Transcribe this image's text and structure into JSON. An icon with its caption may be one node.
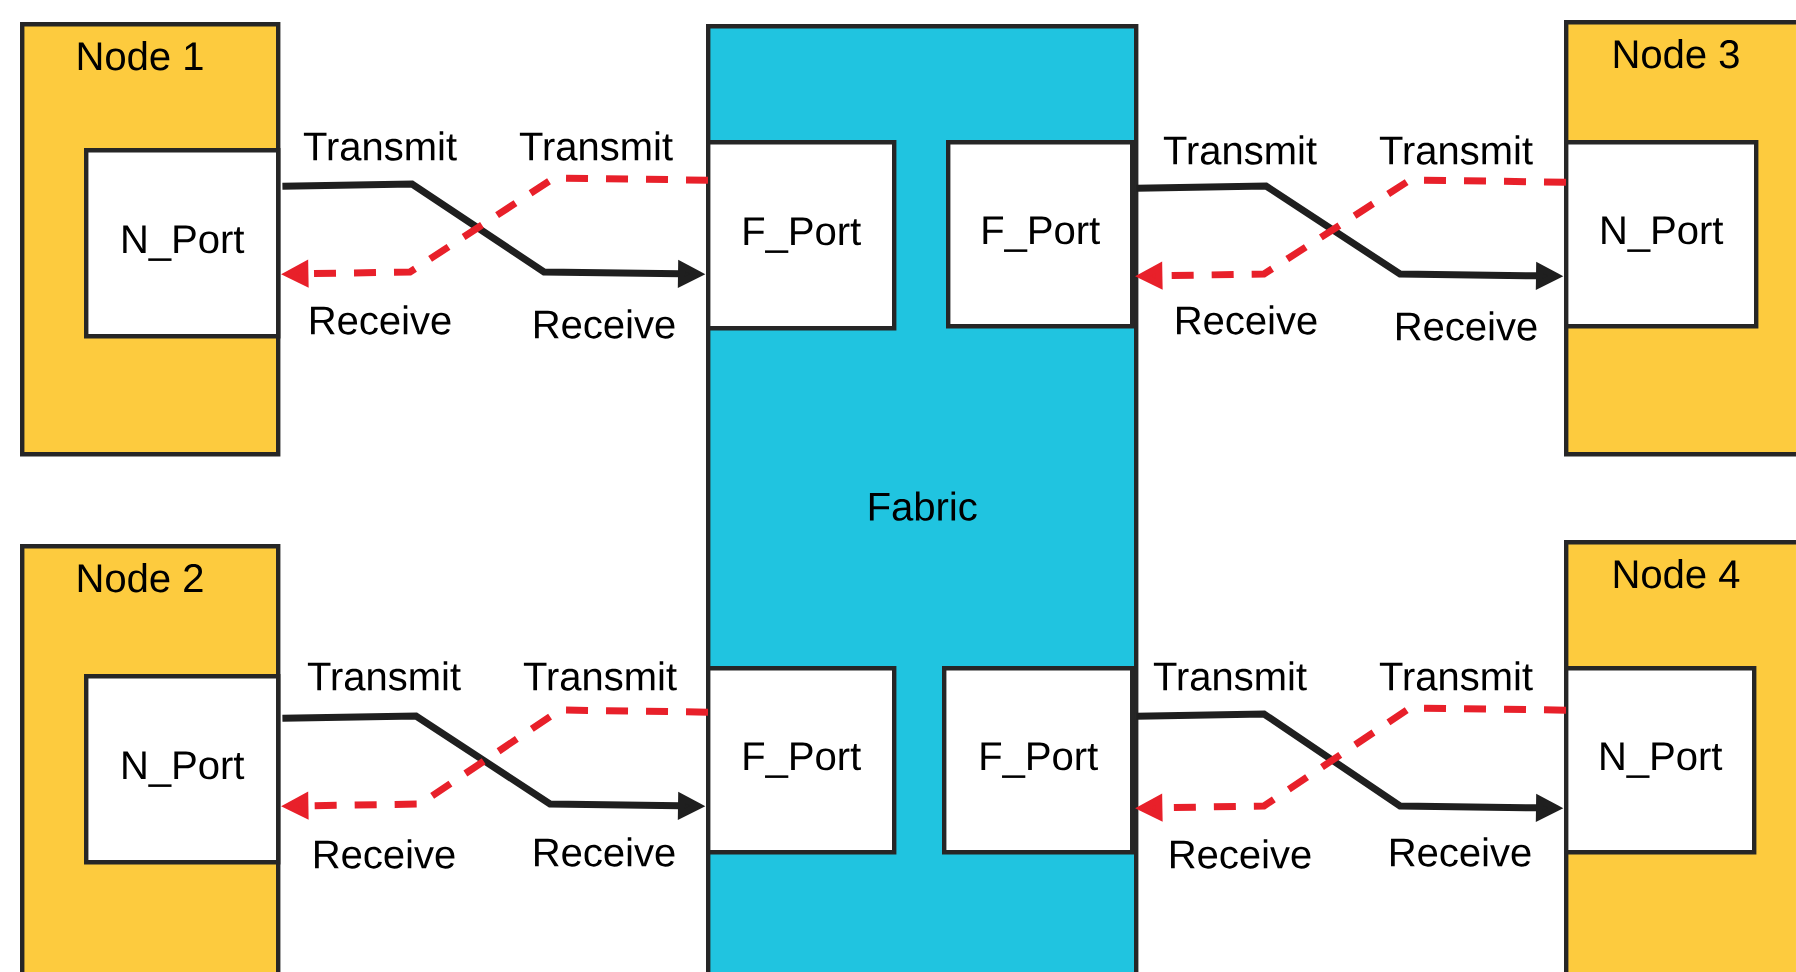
{
  "diagram": {
    "nodes": [
      {
        "text": [
          "Node 1"
        ]
      },
      {
        "text": [
          "N_Port"
        ],
        "in": 0
      },
      {
        "text": [
          "Fabric"
        ]
      },
      {
        "text": [
          "F_Port"
        ],
        "in": 2
      },
      {
        "text": [
          "F_Port"
        ],
        "in": 2
      },
      {
        "text": [
          "Node 3"
        ]
      },
      {
        "text": [
          "N_Port"
        ],
        "in": 5
      },
      {
        "text": [
          "Node 2"
        ]
      },
      {
        "text": [
          "N_Port"
        ],
        "in": 7
      },
      {
        "text": [
          "F_Port"
        ],
        "in": 2
      },
      {
        "text": [
          "F_Port"
        ],
        "in": 2
      },
      {
        "text": [
          "Node 4"
        ]
      },
      {
        "text": [
          "N_Port"
        ],
        "in": 11
      }
    ],
    "edges": [
      {
        "from": 1,
        "to": 3,
        "arrow": "to",
        "label": "Transmit"
      },
      {
        "from": 3,
        "to": 1,
        "arrow": "to",
        "label": "Transmit",
        "style": "dashed",
        "color": "#e8202a"
      },
      {
        "from": 4,
        "to": 6,
        "arrow": "to",
        "label": "Transmit"
      },
      {
        "from": 6,
        "to": 4,
        "arrow": "to",
        "label": "Transmit",
        "style": "dashed",
        "color": "#e8202a"
      },
      {
        "from": 8,
        "to": 9,
        "arrow": "to",
        "label": "Transmit"
      },
      {
        "from": 9,
        "to": 8,
        "arrow": "to",
        "label": "Transmit",
        "style": "dashed",
        "color": "#e8202a"
      },
      {
        "from": 10,
        "to": 12,
        "arrow": "to",
        "label": "Transmit"
      },
      {
        "from": 12,
        "to": 10,
        "arrow": "to",
        "label": "Transmit",
        "style": "dashed",
        "color": "#e8202a"
      }
    ],
    "labels": [
      "Receive",
      "Receive",
      "Receive",
      "Receive",
      "Receive",
      "Receive",
      "Receive",
      "Receive"
    ]
  }
}
